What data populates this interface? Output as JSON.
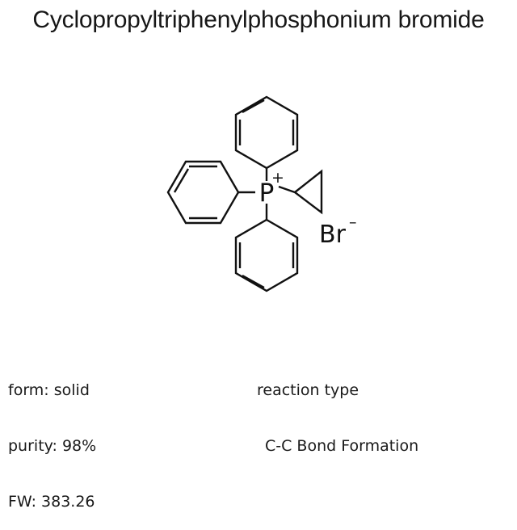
{
  "title": "Cyclopropyltriphenylphosphonium bromide",
  "structure": {
    "central_atom": "P",
    "central_atom_charge": "+",
    "counterion": "Br",
    "counterion_charge": "–",
    "substituents": [
      "phenyl",
      "phenyl",
      "phenyl",
      "cyclopropyl"
    ],
    "ring_count": 3,
    "bond_color": "#111111",
    "background_color": "#ffffff"
  },
  "properties": {
    "form_line": "form: solid",
    "purity_line": "purity: 98%",
    "fw_line": "FW: 383.26"
  },
  "reaction": {
    "heading": "reaction type",
    "value": "C-C Bond Formation"
  }
}
